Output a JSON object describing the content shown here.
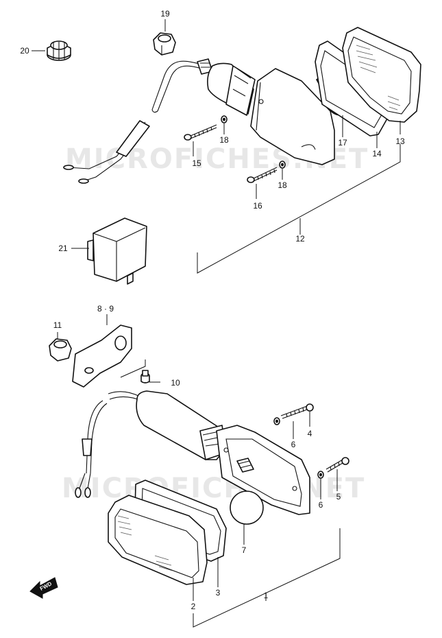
{
  "watermarks": [
    "MICROFICHES.NET",
    "MICROFICHES.NET"
  ],
  "callouts": {
    "p1": "1",
    "p2": "2",
    "p3": "3",
    "p4": "4",
    "p5": "5",
    "p6a": "6",
    "p6b": "6",
    "p7": "7",
    "p89": "8 · 9",
    "p10": "10",
    "p11": "11",
    "p12": "12",
    "p13": "13",
    "p14": "14",
    "p15": "15",
    "p16": "16",
    "p17": "17",
    "p18a": "18",
    "p18b": "18",
    "p19": "19",
    "p20": "20",
    "p21": "21"
  },
  "fwd_label": "FWD"
}
